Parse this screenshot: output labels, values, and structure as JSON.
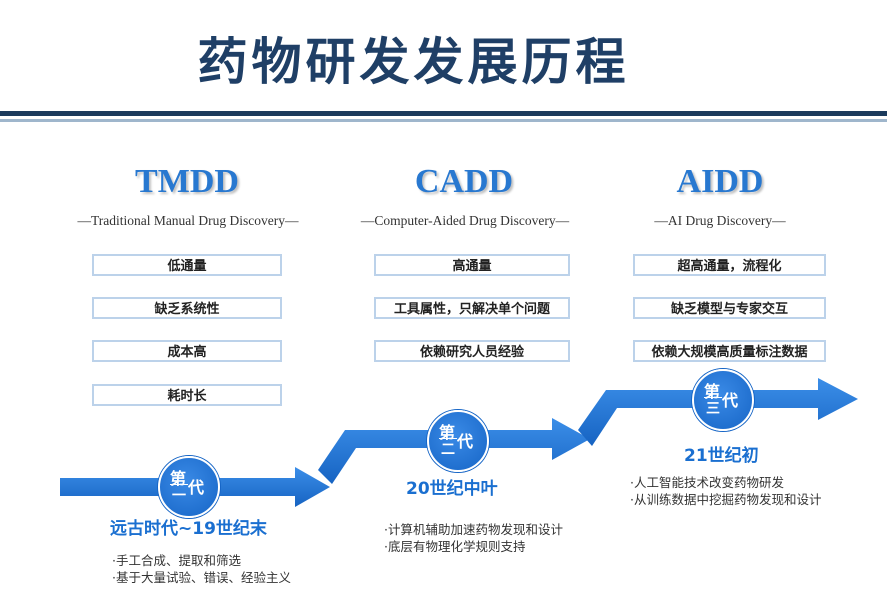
{
  "title": "药物研发发展历程",
  "eras": [
    {
      "name": "TMDD",
      "subtitle": "—Traditional Manual Drug Discovery—",
      "features": [
        "低通量",
        "缺乏系统性",
        "成本高",
        "耗时长"
      ],
      "generation": {
        "char1": "第",
        "char2": "一",
        "char3": "代"
      },
      "period": "远古时代~19世纪末",
      "bullets": [
        "·手工合成、提取和筛选",
        "·基于大量试验、错误、经验主义"
      ]
    },
    {
      "name": "CADD",
      "subtitle": "—Computer-Aided Drug Discovery—",
      "features": [
        "高通量",
        "工具属性，只解决单个问题",
        "依赖研究人员经验"
      ],
      "generation": {
        "char1": "第",
        "char2": "二",
        "char3": "代"
      },
      "period": "20世纪中叶",
      "bullets": [
        "·计算机辅助加速药物发现和设计",
        "·底层有物理化学规则支持"
      ]
    },
    {
      "name": "AIDD",
      "subtitle": "—AI Drug Discovery—",
      "features": [
        "超高通量，流程化",
        "缺乏模型与专家交互",
        "依赖大规模高质量标注数据"
      ],
      "generation": {
        "char1": "第",
        "char2": "三",
        "char3": "代"
      },
      "period": "21世纪初",
      "bullets": [
        "·人工智能技术改变药物研发",
        "·从训练数据中挖掘药物发现和设计"
      ]
    }
  ],
  "colors": {
    "accent": "#2878d0",
    "arrow": "#1a6fd0",
    "header_bar": "#1b3a5c"
  }
}
